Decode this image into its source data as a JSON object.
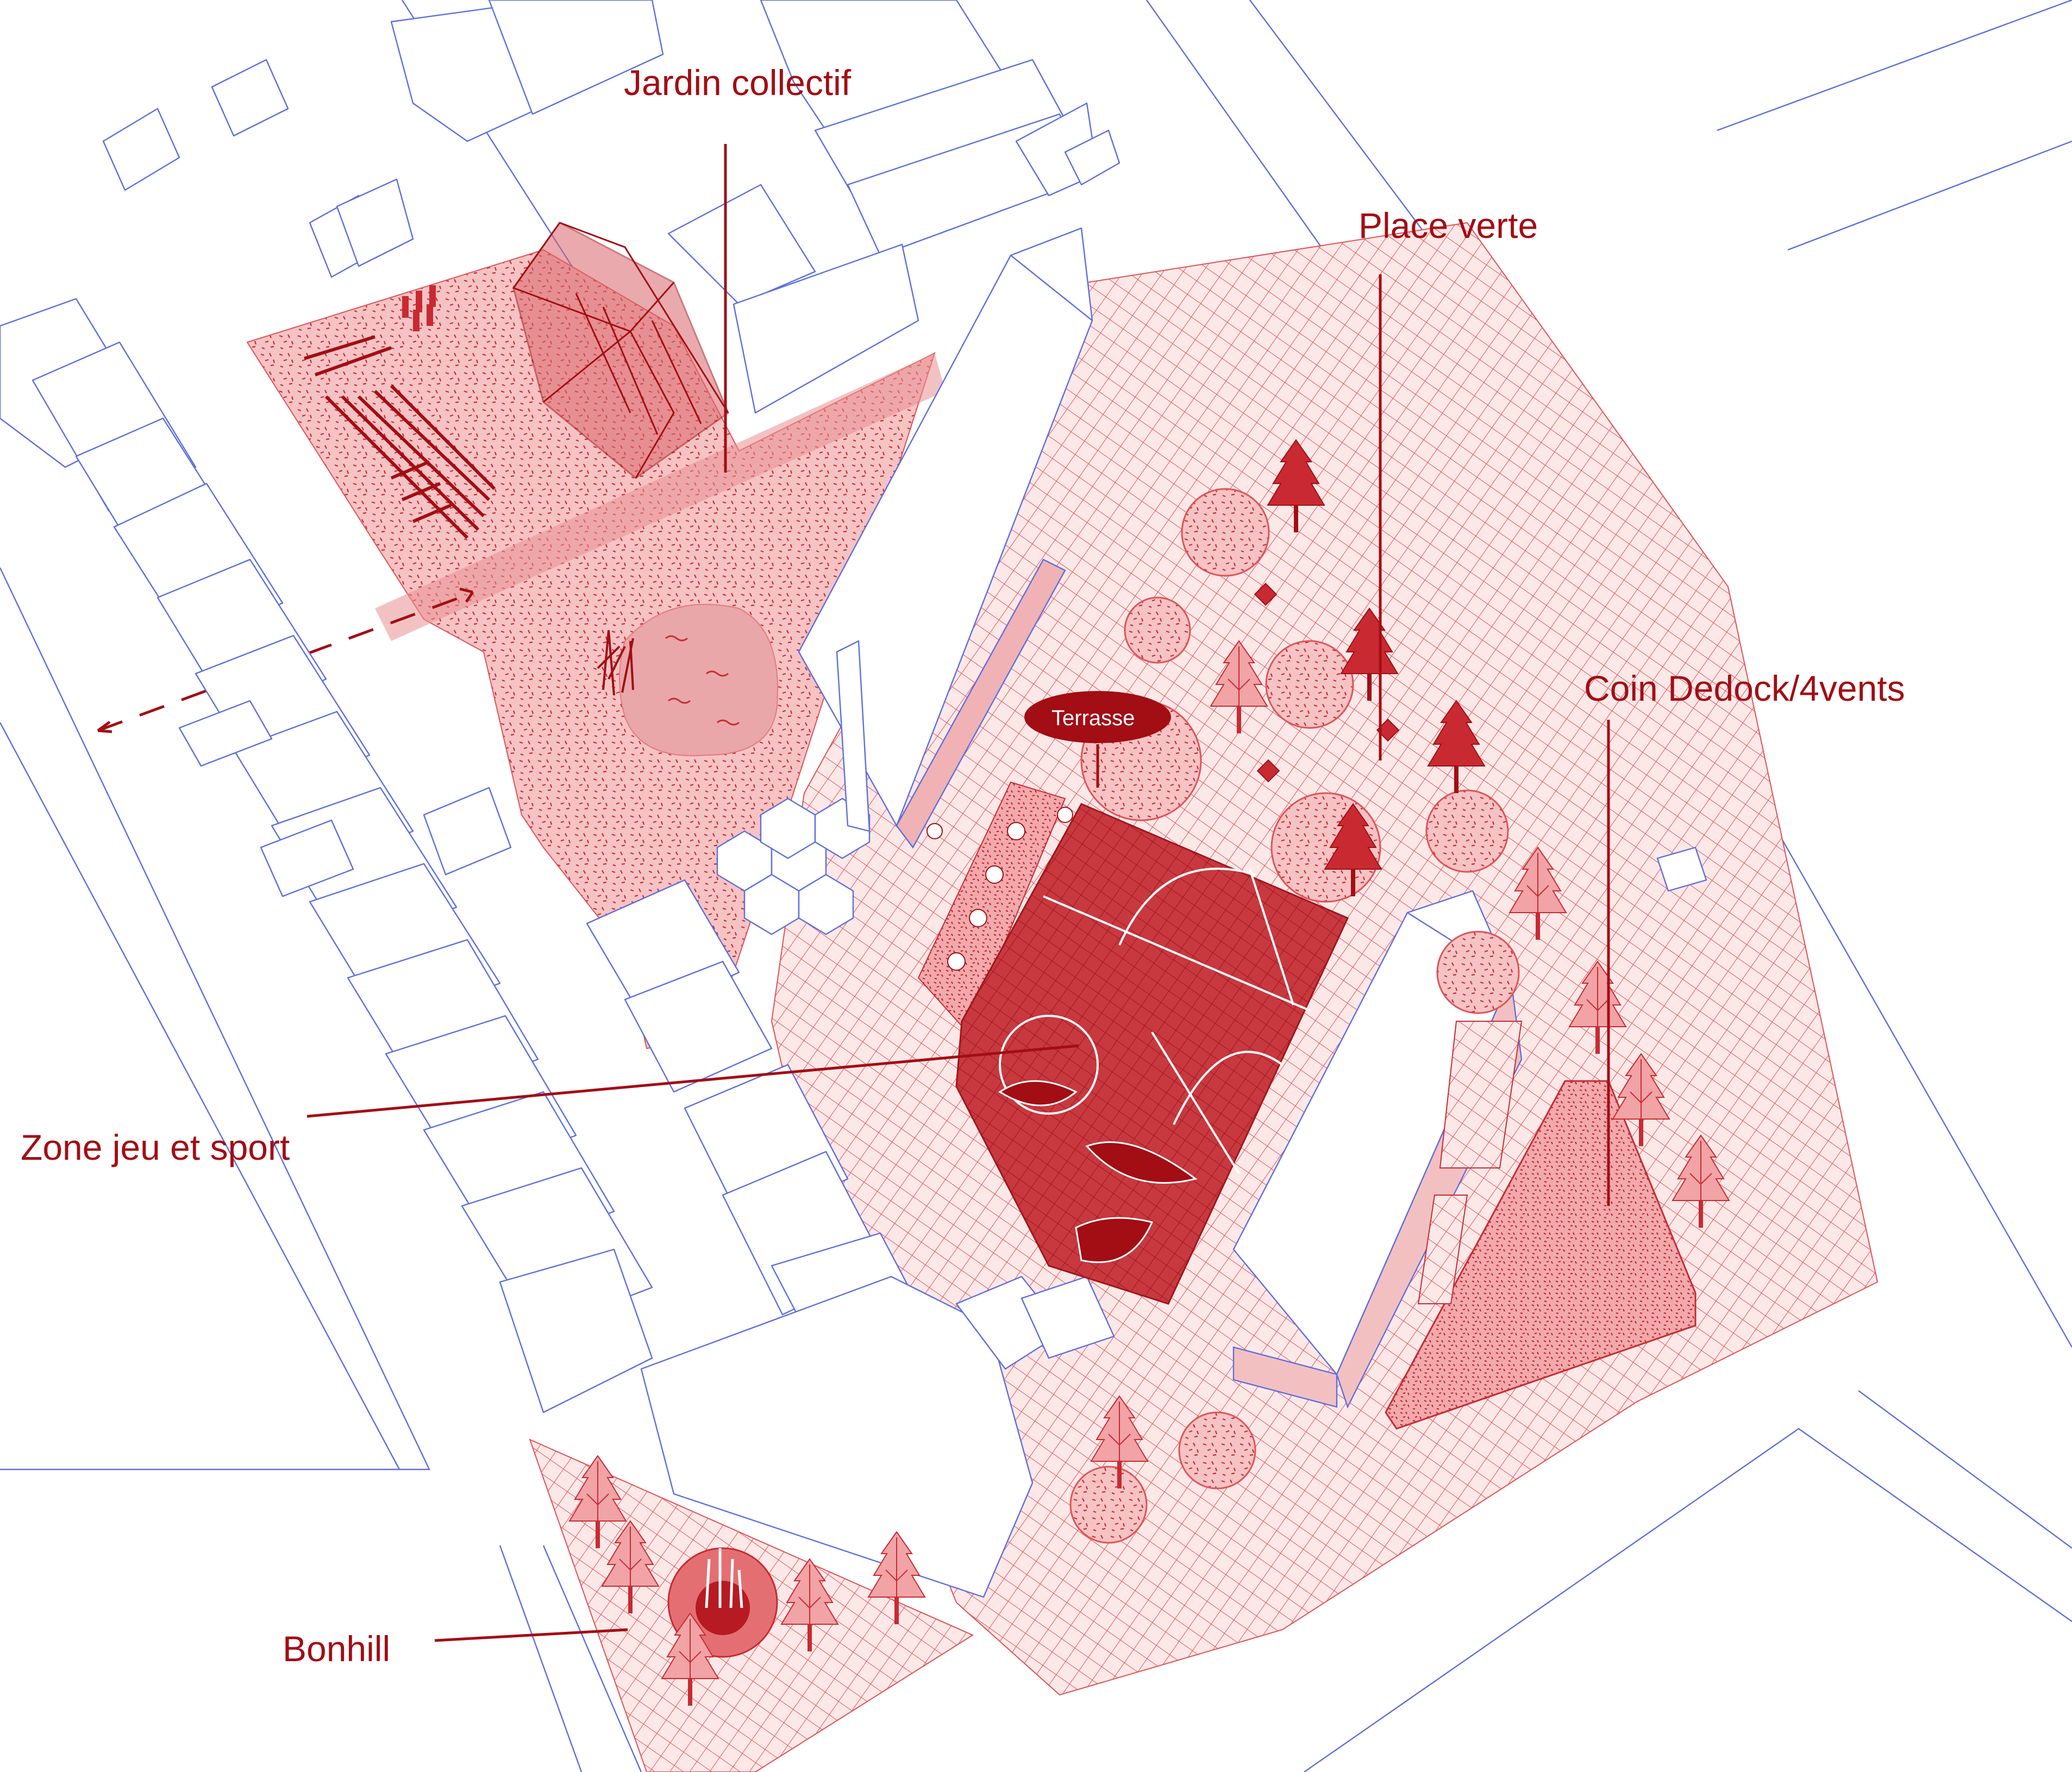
{
  "diagram": {
    "labels": {
      "jardin": "Jardin collectif",
      "place": "Place verte",
      "coin": "Coin Dedock/4vents",
      "zone": "Zone jeu et sport",
      "bonhill": "Bonhill",
      "terrasse": "Terrasse"
    },
    "colors": {
      "label_red": "#a30d14",
      "zone_pink": "#f0a8aa",
      "hatch_red": "#e05358",
      "court_red": "#c8383f",
      "building_line": "#5c6fe0"
    }
  }
}
